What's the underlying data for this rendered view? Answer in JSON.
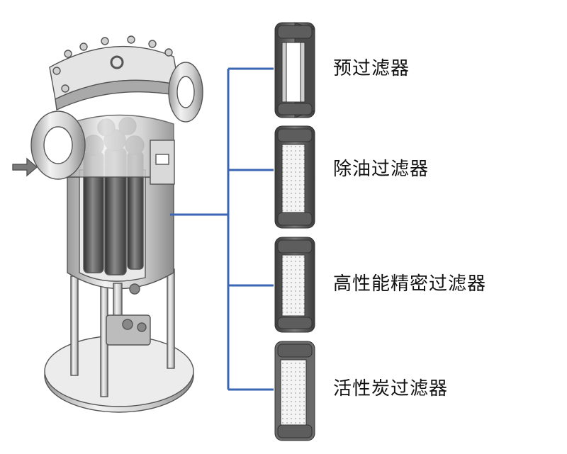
{
  "labels": {
    "pre_filter": "预过滤器",
    "oil_removal_filter": "除油过滤器",
    "high_performance_filter": "高性能精密过滤器",
    "activated_carbon_filter": "活性炭过滤器"
  },
  "colors": {
    "connector_line": "#3a66b3",
    "text": "#111111",
    "metal": "#d8d8d8",
    "dark_cartridge": "#555555"
  }
}
